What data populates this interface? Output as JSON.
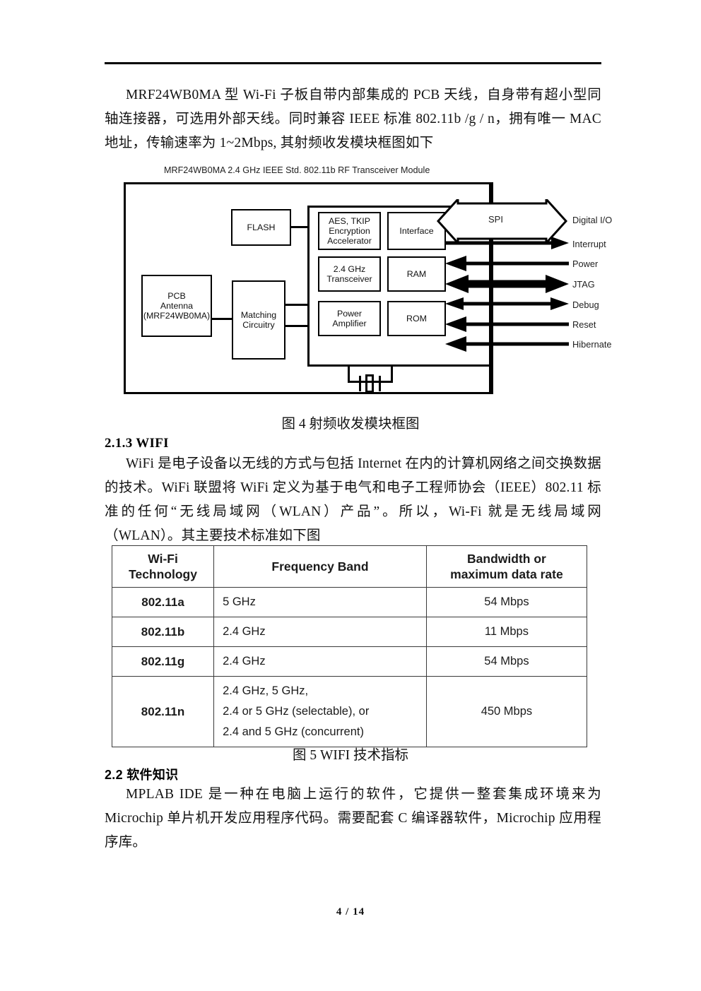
{
  "document": {
    "page_footer": "4 / 14"
  },
  "paragraphs": {
    "p1": "MRF24WB0MA 型 Wi-Fi 子板自带内部集成的 PCB 天线，自身带有超小型同轴连接器，可选用外部天线。同时兼容 IEEE 标准 802.11b /g / n，拥有唯一 MAC 地址，传输速率为 1~2Mbps, 其射频收发模块框图如下",
    "p2": "WiFi 是电子设备以无线的方式与包括 Internet 在内的计算机网络之间交换数据的技术。WiFi 联盟将 WiFi 定义为基于电气和电子工程师协会（IEEE）802.11 标准的任何“无线局域网（WLAN）产品”。所以，Wi-Fi 就是无线局域网（WLAN）。其主要技术标准如下图",
    "p3": "MPLAB IDE 是一种在电脑上运行的软件，它提供一整套集成环境来为 Microchip 单片机开发应用程序代码。需要配套 C 编译器软件，Microchip 应用程序库。"
  },
  "headings": {
    "h213": "2.1.3 WIFI",
    "h22": "2.2 软件知识"
  },
  "captions": {
    "fig4": "图 4  射频收发模块框图",
    "fig5": "图 5 WIFI 技术指标"
  },
  "figure4": {
    "title": "MRF24WB0MA 2.4 GHz IEEE Std. 802.11b RF Transceiver Module",
    "blocks": {
      "pcb_antenna": "PCB\nAntenna\n(MRF24WB0MA)",
      "pcb_antenna_l1": "PCB",
      "pcb_antenna_l2": "Antenna",
      "pcb_antenna_l3": "(MRF24WB0MA)",
      "matching_l1": "Matching",
      "matching_l2": "Circuitry",
      "flash": "FLASH",
      "aes_l1": "AES, TKIP",
      "aes_l2": "Encryption",
      "aes_l3": "Accelerator",
      "transceiver_l1": "2.4 GHz",
      "transceiver_l2": "Transceiver",
      "poweramp_l1": "Power",
      "poweramp_l2": "Amplifier",
      "interface": "Interface",
      "ram": "RAM",
      "rom": "ROM"
    },
    "bus_label": "SPI",
    "io_labels": [
      "Digital I/O",
      "Interrupt",
      "Power",
      "JTAG",
      "Debug",
      "Reset",
      "Hibernate"
    ]
  },
  "wifi_table": {
    "headers": [
      "Wi-Fi Technology",
      "Frequency Band",
      "Bandwidth or maximum data rate"
    ],
    "header_lines": {
      "c1l1": "Wi-Fi",
      "c1l2": "Technology",
      "c2l1": "Frequency Band",
      "c3l1": "Bandwidth or",
      "c3l2": "maximum data rate"
    },
    "rows": [
      {
        "tech": "802.11a",
        "band": "5 GHz",
        "rate": "54 Mbps"
      },
      {
        "tech": "802.11b",
        "band": "2.4 GHz",
        "rate": "11 Mbps"
      },
      {
        "tech": "802.11g",
        "band": "2.4 GHz",
        "rate": "54 Mbps"
      },
      {
        "tech": "802.11n",
        "band": "2.4 GHz, 5 GHz,\n2.4 or 5 GHz (selectable), or\n2.4 and 5 GHz (concurrent)",
        "rate": "450 Mbps"
      }
    ],
    "row4_band_lines": {
      "l1": "2.4 GHz, 5 GHz,",
      "l2": "2.4 or 5 GHz (selectable), or",
      "l3": "2.4 and 5 GHz (concurrent)"
    }
  },
  "colors": {
    "text": "#121212",
    "rule": "#000000",
    "table_border": "#3a3a3a"
  }
}
